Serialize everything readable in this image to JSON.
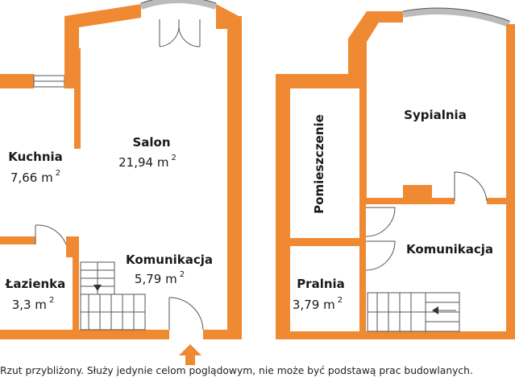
{
  "colors": {
    "wall": "#f08a32",
    "line": "#555555",
    "text": "#1a1a1a"
  },
  "rooms": {
    "kuchnia": {
      "name": "Kuchnia",
      "area": "7,66 m",
      "sup": "2"
    },
    "salon": {
      "name": "Salon",
      "area": "21,94 m",
      "sup": "2"
    },
    "lazienka": {
      "name": "Łazienka",
      "area": "3,3 m",
      "sup": "2"
    },
    "komunikacja_1": {
      "name": "Komunikacja",
      "area": "5,79 m",
      "sup": "2"
    },
    "pomieszczenie": {
      "name": "Pomieszczenie"
    },
    "sypialnia": {
      "name": "Sypialnia"
    },
    "komunikacja_2": {
      "name": "Komunikacja"
    },
    "pralnia": {
      "name": "Pralnia",
      "area": "3,79 m",
      "sup": "2"
    }
  },
  "icons": {
    "entrance": "entrance-arrow-icon"
  },
  "footer": {
    "note": "Rzut przybliżony. Służy jedynie celom poglądowym, nie może być podstawą prac budowlanych."
  }
}
